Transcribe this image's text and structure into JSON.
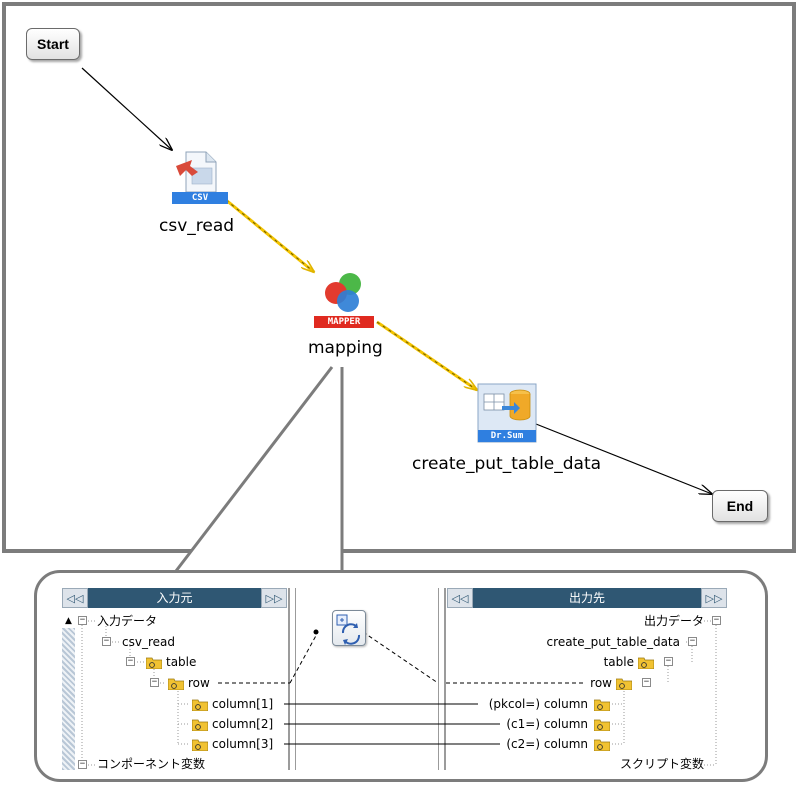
{
  "flow": {
    "start_label": "Start",
    "end_label": "End",
    "nodes": [
      {
        "label": "csv_read",
        "badge": "CSV"
      },
      {
        "label": "mapping",
        "badge": "MAPPER"
      },
      {
        "label": "create_put_table_data",
        "badge": "Dr.Sum"
      }
    ]
  },
  "mapper": {
    "input_panel": {
      "title": "入力元",
      "nav_left": "◁◁",
      "nav_right": "▷▷",
      "tree": [
        "入力データ",
        "csv_read",
        "table",
        "row",
        "column[1]",
        "column[2]",
        "column[3]",
        "コンポーネント変数"
      ]
    },
    "output_panel": {
      "title": "出力先",
      "nav_left": "◁◁",
      "nav_right": "▷▷",
      "tree": [
        "出力データ",
        "create_put_table_data",
        "table",
        "row",
        "(pkcol=) column",
        "(c1=) column",
        "(c2=) column",
        "スクリプト変数"
      ]
    },
    "scroll_up_glyph": "▲"
  },
  "colors": {
    "panel_header": "#2f5773",
    "data_flow_line": "#f2c300",
    "frame_border": "#7c7c7c"
  },
  "icons": [
    "csv-icon",
    "mapper-icon",
    "drsum-icon",
    "folder-icon",
    "transform-icon"
  ]
}
